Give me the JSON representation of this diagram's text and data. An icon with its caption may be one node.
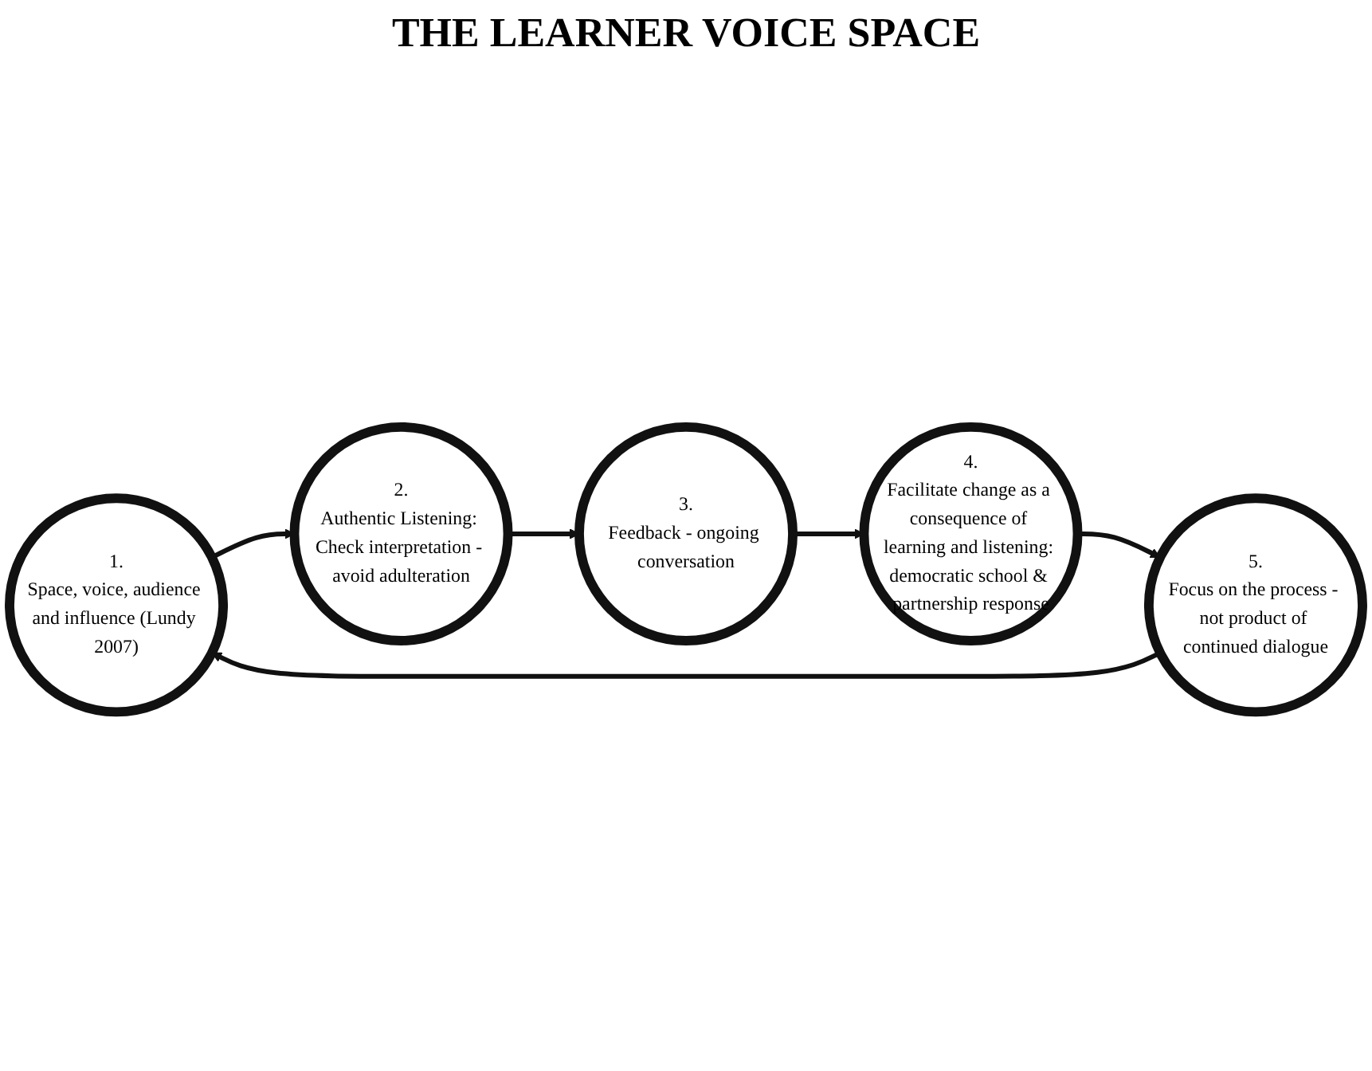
{
  "diagram": {
    "title": "THE LEARNER VOICE SPACE",
    "nodes": [
      {
        "text": [
          "1.",
          "Space, voice, audience and influence (Lundy 2007)"
        ]
      },
      {
        "text": [
          "2.",
          "Authentic Listening: Check interpretation - avoid adulteration"
        ]
      },
      {
        "text": [
          "3.",
          "Feedback - ongoing conversation"
        ]
      },
      {
        "text": [
          "4.",
          "Facilitate change as a consequence of learning and listening: democratic school & partnership response"
        ]
      },
      {
        "text": [
          "5.",
          "Focus on the process - not product of continued dialogue"
        ]
      }
    ],
    "edges": [
      {
        "from": 0,
        "to": 1,
        "arrow": "to"
      },
      {
        "from": 1,
        "to": 2,
        "arrow": "to"
      },
      {
        "from": 2,
        "to": 3,
        "arrow": "to"
      },
      {
        "from": 3,
        "to": 4,
        "arrow": "to"
      },
      {
        "from": 4,
        "to": 0,
        "arrow": "to"
      }
    ]
  }
}
